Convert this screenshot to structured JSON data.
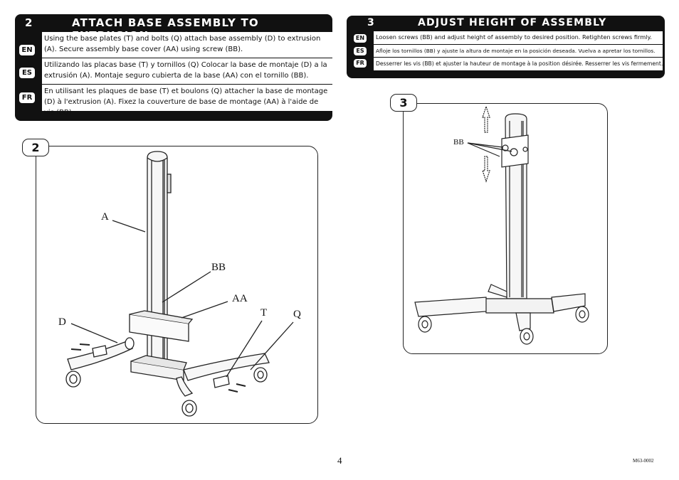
{
  "section2": {
    "number": "2",
    "title": "ATTACH BASE ASSEMBLY TO EXTRUSION",
    "rows": [
      {
        "lang": "EN",
        "text": "Using the base plates (T) and bolts (Q) attach base assembly (D) to extrusion (A). Secure assembly base cover (AA) using screw (BB)."
      },
      {
        "lang": "ES",
        "text": "Utilizando las placas base (T) y tornillos (Q) Colocar la base de montaje (D) a la extrusión (A). Montaje seguro cubierta de la base (AA) con el tornillo (BB)."
      },
      {
        "lang": "FR",
        "text": "En utilisant les plaques de base (T) et boulons (Q) attacher la base de montage (D) à l'extrusion (A). Fixez la couverture de base de montage (AA) à l'aide de vis (BB)."
      }
    ]
  },
  "section3": {
    "number": "3",
    "title": "ADJUST HEIGHT OF ASSEMBLY",
    "rows": [
      {
        "lang": "EN",
        "text": "Loosen screws (BB) and adjust height of assembly to desired position.  Retighten screws firmly."
      },
      {
        "lang": "ES",
        "text": "Afloje los tornillos (BB) y ajuste la altura de montaje en la posición deseada. Vuelva a apretar los tornillos."
      },
      {
        "lang": "FR",
        "text": "Desserrer les vis (BB) et ajuster la hauteur de montage à la position désirée. Resserrer les vis fermement."
      }
    ]
  },
  "figure2": {
    "step": "2",
    "labels": {
      "a": "A",
      "bb": "BB",
      "aa": "AA",
      "t": "T",
      "q": "Q",
      "d": "D"
    }
  },
  "figure3": {
    "step": "3",
    "labels": {
      "bb": "BB"
    }
  },
  "footer": {
    "page": "4",
    "code": "M63-0002"
  }
}
